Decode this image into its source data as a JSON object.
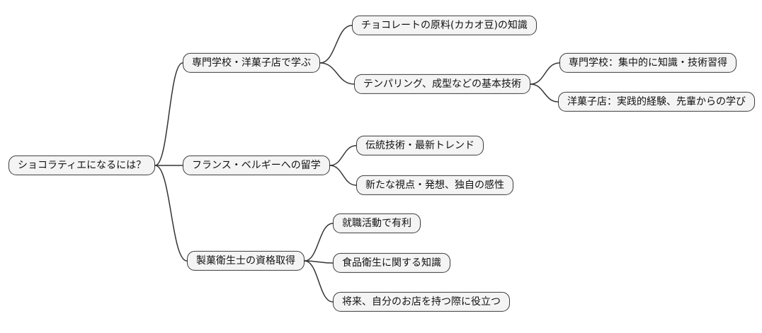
{
  "mindmap": {
    "root": "ショコラティエになるには？",
    "branches": [
      {
        "label": "専門学校・洋菓子店で学ぶ",
        "children": [
          {
            "label": "チョコレートの原料(カカオ豆)の知識",
            "children": []
          },
          {
            "label": "テンパリング、成型などの基本技術",
            "children": [
              {
                "label": "専門学校：集中的に知識・技術習得"
              },
              {
                "label": "洋菓子店：実践的経験、先輩からの学び"
              }
            ]
          }
        ]
      },
      {
        "label": "フランス・ベルギーへの留学",
        "children": [
          {
            "label": "伝統技術・最新トレンド",
            "children": []
          },
          {
            "label": "新たな視点・発想、独自の感性",
            "children": []
          }
        ]
      },
      {
        "label": "製菓衛生士の資格取得",
        "children": [
          {
            "label": "就職活動で有利",
            "children": []
          },
          {
            "label": "食品衛生に関する知識",
            "children": []
          },
          {
            "label": "将来、自分のお店を持つ際に役立つ",
            "children": []
          }
        ]
      }
    ]
  },
  "style": {
    "node_bg": "#f4f4f4",
    "node_border": "#3b3b3b",
    "connector": "#333333",
    "connector_width": "1.5"
  }
}
